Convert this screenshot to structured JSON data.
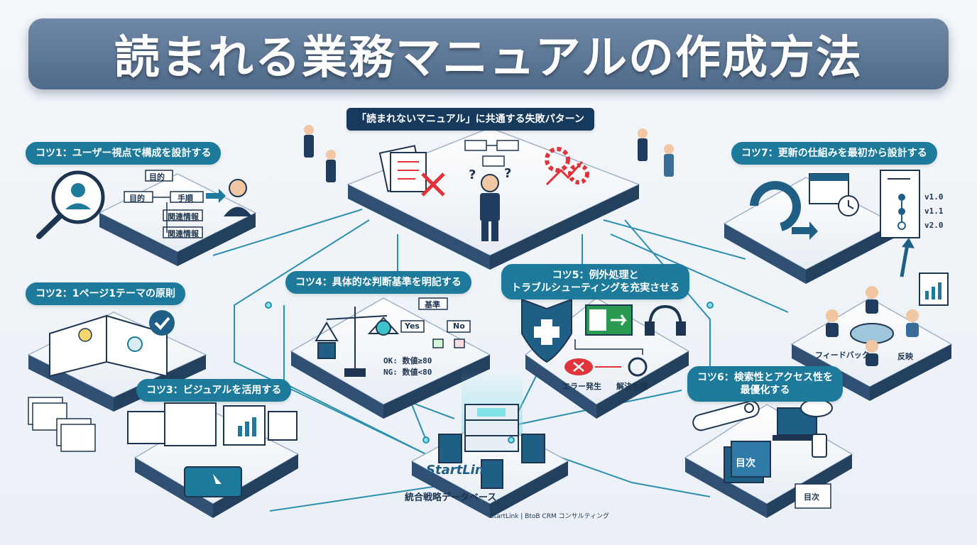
{
  "title": "読まれる業務マニュアルの作成方法",
  "center_top": {
    "label": "「読まれないマニュアル」に共通する失敗パターン"
  },
  "tips": {
    "tip1": {
      "label": "コツ1：ユーザー視点で構成を設計する",
      "box_top": "目的",
      "box_left": "目的",
      "box_mid": "手順",
      "box_r1": "関連情報",
      "box_r2": "関連情報"
    },
    "tip2": {
      "label": "コツ2：1ページ1テーマの原則"
    },
    "tip3": {
      "label": "コツ3：ビジュアルを活用する"
    },
    "tip4": {
      "label": "コツ4：具体的な判断基準を明記する",
      "criteria": "基準",
      "yes": "Yes",
      "no": "No",
      "ok_line": "OK: 数値≥80",
      "ng_line": "NG: 数値<80"
    },
    "tip5": {
      "label_line1": "コツ5：例外処理と",
      "label_line2": "トラブルシューティングを充実させる",
      "error": "エラー発生",
      "solution": "解決手順"
    },
    "tip6": {
      "label_line1": "コツ6：検索性とアクセス性を",
      "label_line2": "最優化する",
      "toc": "目次",
      "toc_small": "目次"
    },
    "tip7": {
      "label": "コツ7：更新の仕組みを最初から設計する",
      "v1": "v1.0",
      "v2": "v1.1",
      "v3": "v2.0",
      "feedback": "フィードバック",
      "reflect": "反映"
    }
  },
  "hub": {
    "logo": "StartLink",
    "caption": "統合戦略データベース",
    "subcaption": "StartLink | BtoB CRM コンサルティング"
  },
  "colors": {
    "primary": "#163a5c",
    "accent": "#1d7a9a",
    "teal": "#3fc1c9",
    "red": "#e0333a"
  }
}
